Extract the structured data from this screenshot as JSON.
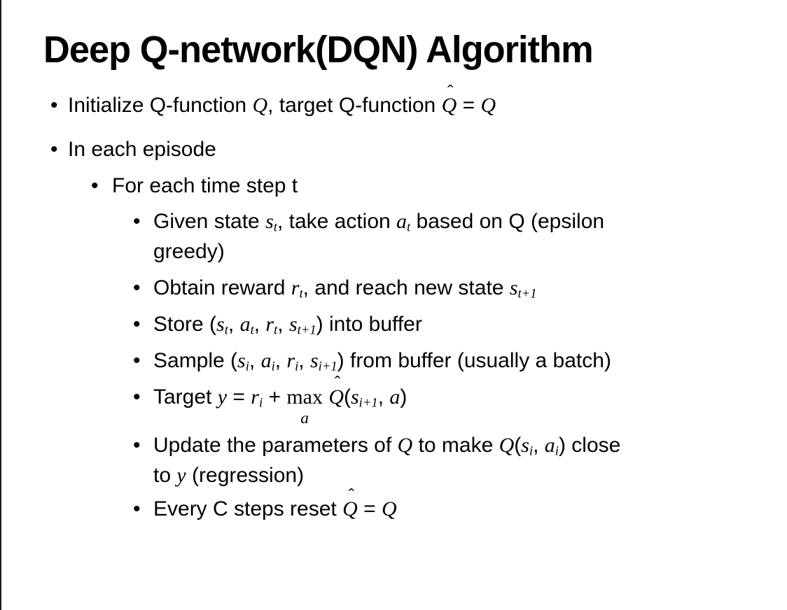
{
  "slide": {
    "title": "Deep Q-network(DQN) Algorithm",
    "bullet_char": "•",
    "bullets": [
      {
        "level": 1,
        "segments": [
          {
            "k": "t",
            "v": "Initialize Q-function "
          },
          {
            "k": "i",
            "v": "Q"
          },
          {
            "k": "t",
            "v": ", target Q-function "
          },
          {
            "k": "hat",
            "v": "Q",
            "accent": "ˆ"
          },
          {
            "k": "t",
            "v": " = "
          },
          {
            "k": "i",
            "v": "Q"
          }
        ]
      },
      {
        "level": 1,
        "segments": [
          {
            "k": "t",
            "v": "In each episode"
          }
        ]
      },
      {
        "level": 2,
        "segments": [
          {
            "k": "t",
            "v": "For each time step t"
          }
        ]
      },
      {
        "level": 3,
        "segments": [
          {
            "k": "t",
            "v": "Given state "
          },
          {
            "k": "i",
            "v": "s"
          },
          {
            "k": "sub",
            "v": "t"
          },
          {
            "k": "t",
            "v": ", take action "
          },
          {
            "k": "i",
            "v": "a"
          },
          {
            "k": "sub",
            "v": "t"
          },
          {
            "k": "t",
            "v": " based on Q (epsilon"
          },
          {
            "k": "br"
          },
          {
            "k": "t",
            "v": "greedy)"
          }
        ]
      },
      {
        "level": 3,
        "segments": [
          {
            "k": "t",
            "v": "Obtain reward "
          },
          {
            "k": "i",
            "v": "r"
          },
          {
            "k": "sub",
            "v": "t"
          },
          {
            "k": "t",
            "v": ", and reach new state "
          },
          {
            "k": "i",
            "v": "s"
          },
          {
            "k": "sub",
            "v": "t+1"
          }
        ]
      },
      {
        "level": 3,
        "segments": [
          {
            "k": "t",
            "v": "Store ("
          },
          {
            "k": "i",
            "v": "s"
          },
          {
            "k": "sub",
            "v": "t"
          },
          {
            "k": "t",
            "v": ", "
          },
          {
            "k": "i",
            "v": "a"
          },
          {
            "k": "sub",
            "v": "t"
          },
          {
            "k": "t",
            "v": ", "
          },
          {
            "k": "i",
            "v": "r"
          },
          {
            "k": "sub",
            "v": "t"
          },
          {
            "k": "t",
            "v": ", "
          },
          {
            "k": "i",
            "v": "s"
          },
          {
            "k": "sub",
            "v": "t+1"
          },
          {
            "k": "t",
            "v": ") into buffer"
          }
        ]
      },
      {
        "level": 3,
        "segments": [
          {
            "k": "t",
            "v": "Sample ("
          },
          {
            "k": "i",
            "v": "s"
          },
          {
            "k": "sub",
            "v": "i"
          },
          {
            "k": "t",
            "v": ", "
          },
          {
            "k": "i",
            "v": "a"
          },
          {
            "k": "sub",
            "v": "i"
          },
          {
            "k": "t",
            "v": ", "
          },
          {
            "k": "i",
            "v": "r"
          },
          {
            "k": "sub",
            "v": "i"
          },
          {
            "k": "t",
            "v": ", "
          },
          {
            "k": "i",
            "v": "s"
          },
          {
            "k": "sub",
            "v": "i+1"
          },
          {
            "k": "t",
            "v": ") from buffer (usually a batch)"
          }
        ]
      },
      {
        "level": 3,
        "segments": [
          {
            "k": "t",
            "v": "Target "
          },
          {
            "k": "i",
            "v": "y"
          },
          {
            "k": "t",
            "v": " = "
          },
          {
            "k": "i",
            "v": "r"
          },
          {
            "k": "sub",
            "v": "i"
          },
          {
            "k": "t",
            "v": " + "
          },
          {
            "k": "under",
            "v": "max",
            "u": "a"
          },
          {
            "k": "t",
            "v": " "
          },
          {
            "k": "hat",
            "v": "Q",
            "accent": "ˆ"
          },
          {
            "k": "t",
            "v": "("
          },
          {
            "k": "i",
            "v": "s"
          },
          {
            "k": "sub",
            "v": "i+1"
          },
          {
            "k": "t",
            "v": ", "
          },
          {
            "k": "i",
            "v": "a"
          },
          {
            "k": "t",
            "v": ")"
          }
        ]
      },
      {
        "level": 3,
        "segments": [
          {
            "k": "t",
            "v": "Update the parameters of "
          },
          {
            "k": "i",
            "v": "Q"
          },
          {
            "k": "t",
            "v": " to make "
          },
          {
            "k": "i",
            "v": "Q"
          },
          {
            "k": "t",
            "v": "("
          },
          {
            "k": "i",
            "v": "s"
          },
          {
            "k": "sub",
            "v": "i"
          },
          {
            "k": "t",
            "v": ", "
          },
          {
            "k": "i",
            "v": "a"
          },
          {
            "k": "sub",
            "v": "i"
          },
          {
            "k": "t",
            "v": ") close"
          },
          {
            "k": "br"
          },
          {
            "k": "t",
            "v": "to "
          },
          {
            "k": "i",
            "v": "y"
          },
          {
            "k": "t",
            "v": " (regression)"
          }
        ]
      },
      {
        "level": 3,
        "segments": [
          {
            "k": "t",
            "v": "Every C steps reset "
          },
          {
            "k": "hat",
            "v": "Q",
            "accent": "ˆ"
          },
          {
            "k": "t",
            "v": " = "
          },
          {
            "k": "i",
            "v": "Q"
          }
        ]
      }
    ]
  },
  "colors": {
    "background": "#ffffff",
    "text": "#000000",
    "border_line": "#1a1a1a"
  }
}
